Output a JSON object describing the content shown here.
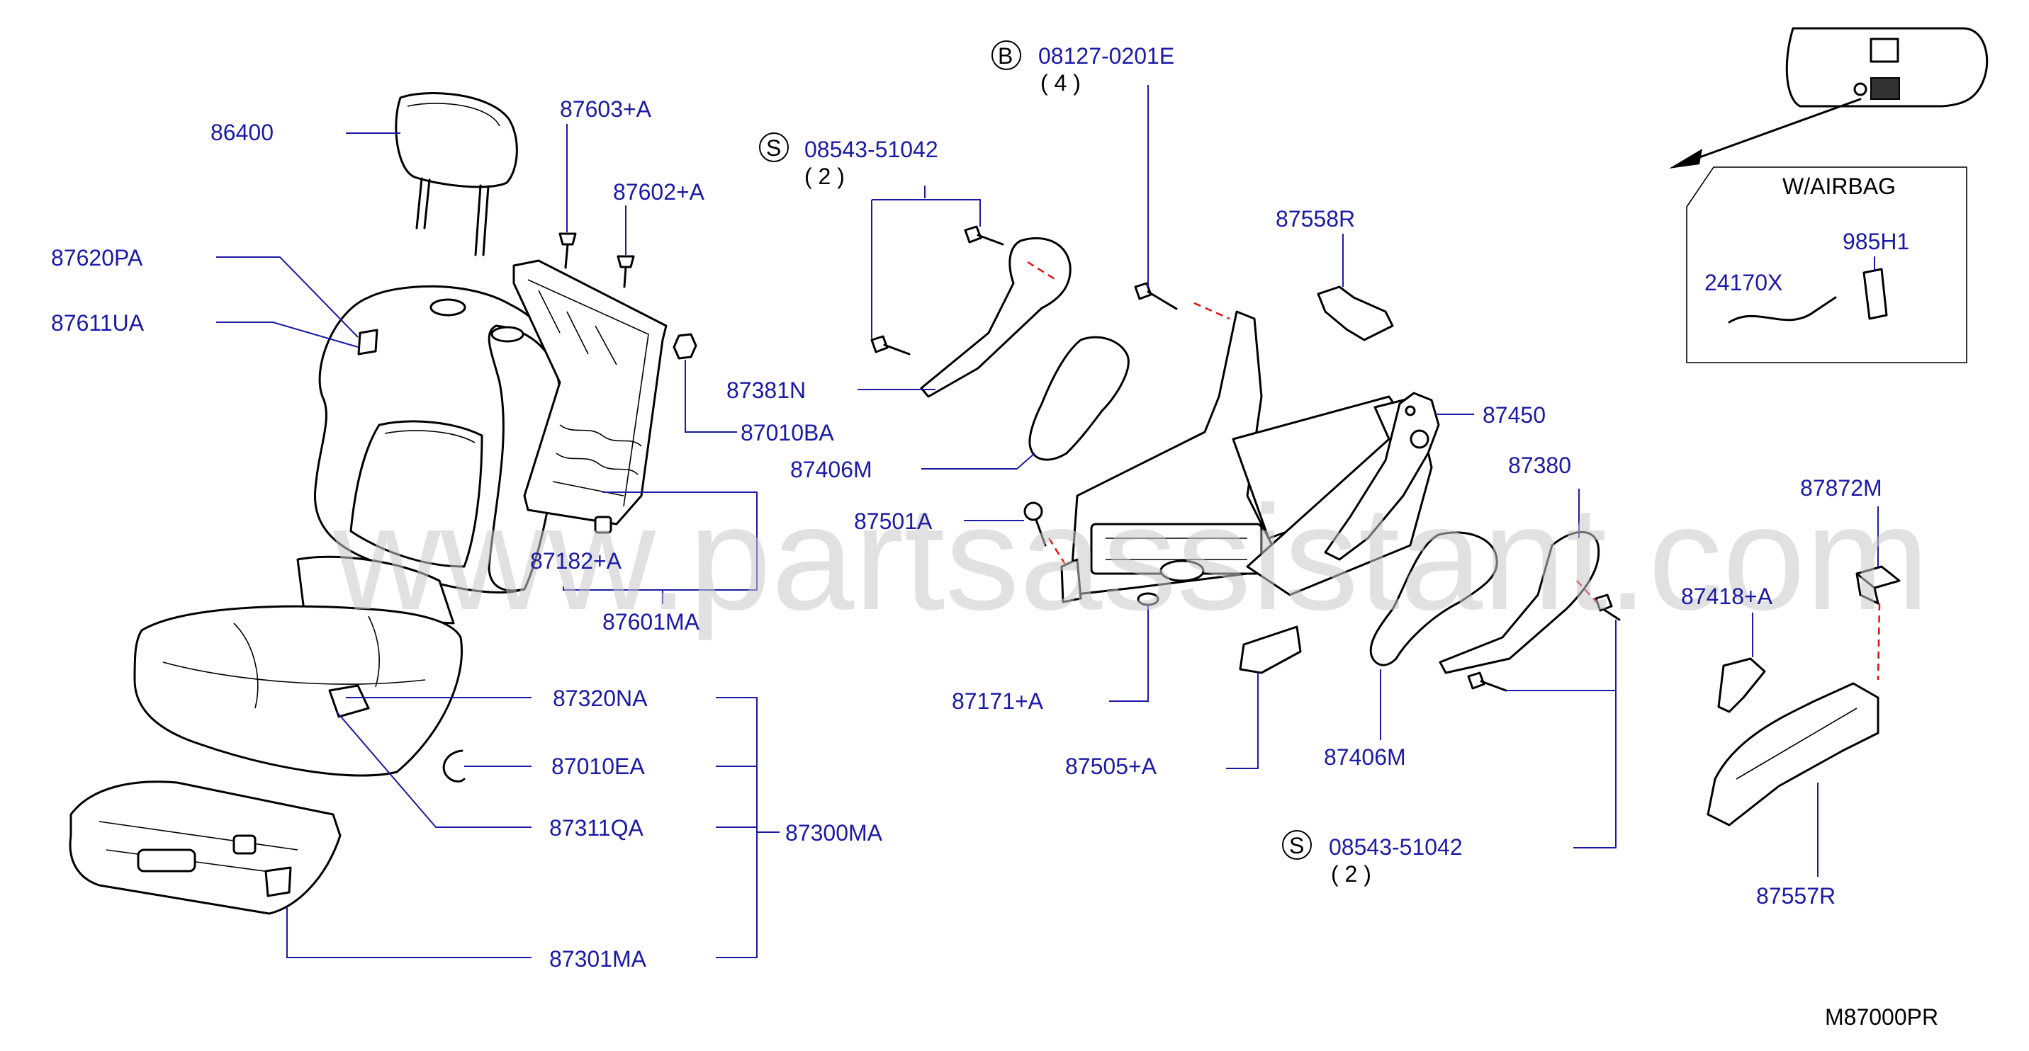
{
  "watermark": "www.partsassistant.com",
  "diagram_code": "M87000PR",
  "inset": {
    "title": "W/AIRBAG",
    "parts": [
      "24170X",
      "985H1"
    ]
  },
  "labels": {
    "p86400": "86400",
    "p87603A": "87603+A",
    "p87602A": "87602+A",
    "p87620PA": "87620PA",
    "p87611UA": "87611UA",
    "p87381N": "87381N",
    "p87010BA": "87010BA",
    "p87406M_a": "87406M",
    "p87501A": "87501A",
    "p87182A": "87182+A",
    "p87601MA": "87601MA",
    "p87320NA": "87320NA",
    "p87010EA": "87010EA",
    "p87311QA": "87311QA",
    "p87300MA": "87300MA",
    "p87301MA": "87301MA",
    "p87171A": "87171+A",
    "p87505A": "87505+A",
    "p87406M_b": "87406M",
    "p87558R": "87558R",
    "p87450": "87450",
    "p87380": "87380",
    "p87872M": "87872M",
    "p87418A": "87418+A",
    "p87557R": "87557R"
  },
  "fasteners": {
    "bolt_b": {
      "letter": "B",
      "part": "08127-0201E",
      "qty": "( 4 )"
    },
    "screw_s_top": {
      "letter": "S",
      "part": "08543-51042",
      "qty": "( 2 )"
    },
    "screw_s_bottom": {
      "letter": "S",
      "part": "08543-51042",
      "qty": "( 2 )"
    }
  },
  "colors": {
    "label": "#1a1aa6",
    "line": "#000000",
    "dash": "#d11111",
    "watermark": "#c8c8c8"
  }
}
